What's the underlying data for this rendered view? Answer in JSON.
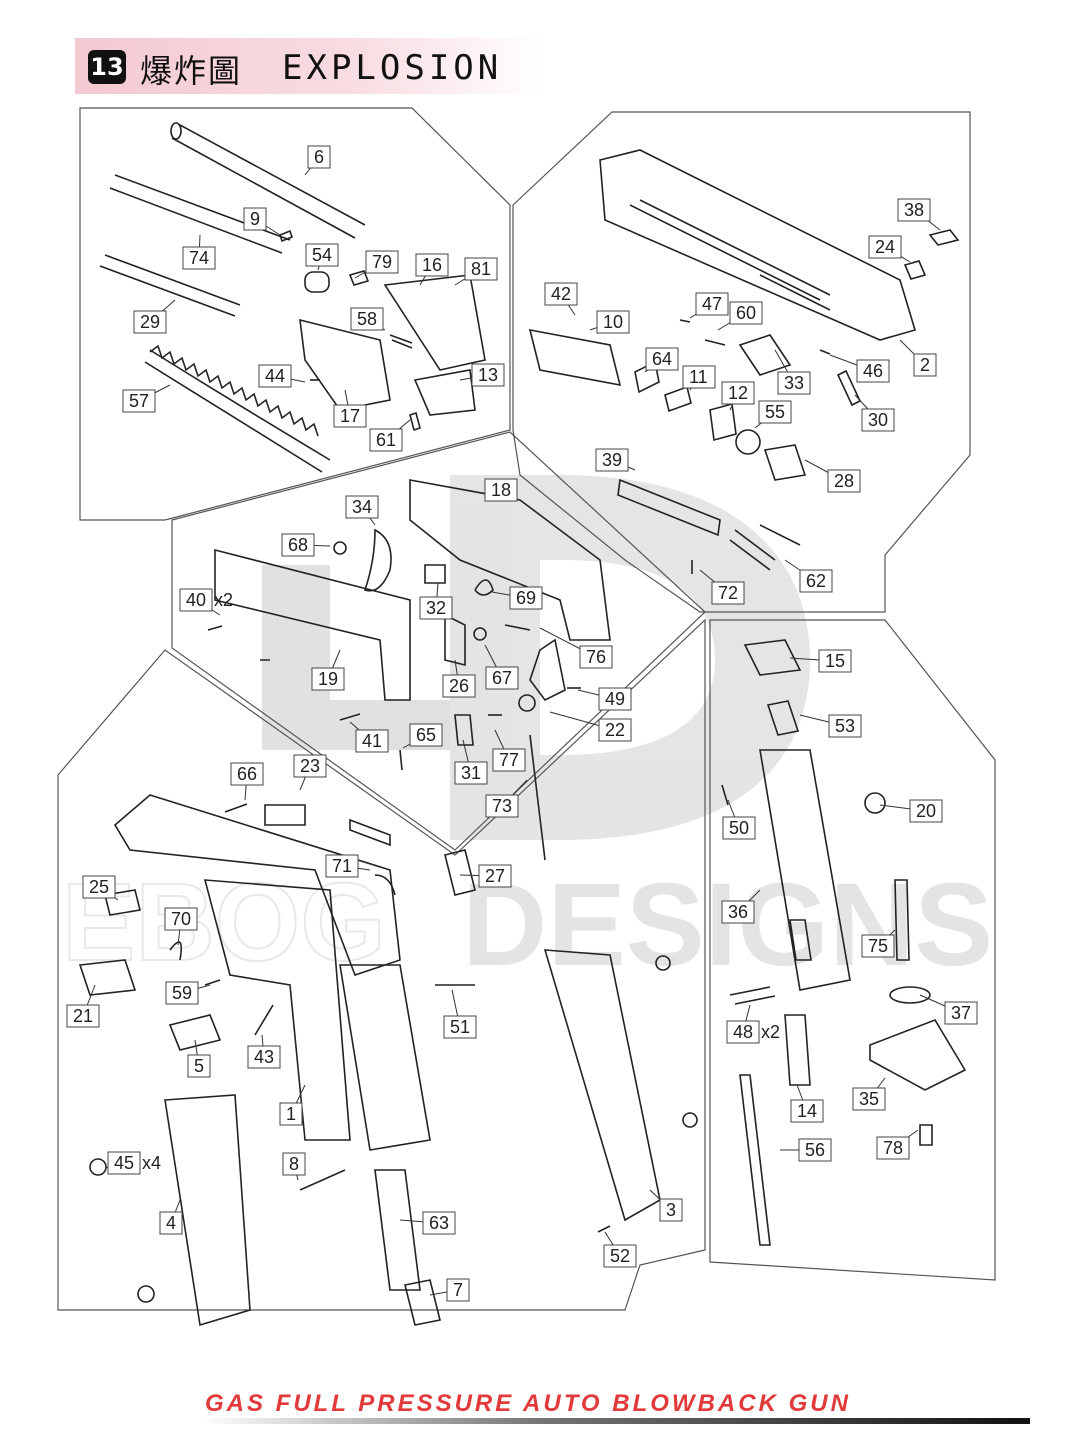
{
  "header": {
    "section_number": "13",
    "title_cjk": "爆炸圖",
    "title_en": "EXPLOSION"
  },
  "watermark": {
    "text_left": "EBOG",
    "text_right": "DESIGNS"
  },
  "parts": [
    {
      "id": "6",
      "label": "6"
    },
    {
      "id": "9",
      "label": "9"
    },
    {
      "id": "74",
      "label": "74"
    },
    {
      "id": "54",
      "label": "54"
    },
    {
      "id": "79",
      "label": "79"
    },
    {
      "id": "16",
      "label": "16"
    },
    {
      "id": "81",
      "label": "81"
    },
    {
      "id": "29",
      "label": "29"
    },
    {
      "id": "58",
      "label": "58"
    },
    {
      "id": "44",
      "label": "44"
    },
    {
      "id": "13",
      "label": "13"
    },
    {
      "id": "57",
      "label": "57"
    },
    {
      "id": "17",
      "label": "17"
    },
    {
      "id": "61",
      "label": "61"
    },
    {
      "id": "38",
      "label": "38"
    },
    {
      "id": "24",
      "label": "24"
    },
    {
      "id": "42",
      "label": "42"
    },
    {
      "id": "47",
      "label": "47"
    },
    {
      "id": "10",
      "label": "10"
    },
    {
      "id": "60",
      "label": "60"
    },
    {
      "id": "2",
      "label": "2"
    },
    {
      "id": "64",
      "label": "64"
    },
    {
      "id": "33",
      "label": "33"
    },
    {
      "id": "46",
      "label": "46"
    },
    {
      "id": "11",
      "label": "11"
    },
    {
      "id": "12",
      "label": "12"
    },
    {
      "id": "55",
      "label": "55"
    },
    {
      "id": "30",
      "label": "30"
    },
    {
      "id": "28",
      "label": "28"
    },
    {
      "id": "39",
      "label": "39"
    },
    {
      "id": "18",
      "label": "18"
    },
    {
      "id": "34",
      "label": "34"
    },
    {
      "id": "68",
      "label": "68"
    },
    {
      "id": "40",
      "label": "40 x2"
    },
    {
      "id": "32",
      "label": "32"
    },
    {
      "id": "69",
      "label": "69"
    },
    {
      "id": "72",
      "label": "72"
    },
    {
      "id": "62",
      "label": "62"
    },
    {
      "id": "76",
      "label": "76"
    },
    {
      "id": "19",
      "label": "19"
    },
    {
      "id": "26",
      "label": "26"
    },
    {
      "id": "67",
      "label": "67"
    },
    {
      "id": "49",
      "label": "49"
    },
    {
      "id": "41",
      "label": "41"
    },
    {
      "id": "65",
      "label": "65"
    },
    {
      "id": "22",
      "label": "22"
    },
    {
      "id": "31",
      "label": "31"
    },
    {
      "id": "77",
      "label": "77"
    },
    {
      "id": "15",
      "label": "15"
    },
    {
      "id": "53",
      "label": "53"
    },
    {
      "id": "66",
      "label": "66"
    },
    {
      "id": "23",
      "label": "23"
    },
    {
      "id": "73",
      "label": "73"
    },
    {
      "id": "20",
      "label": "20"
    },
    {
      "id": "50",
      "label": "50"
    },
    {
      "id": "71",
      "label": "71"
    },
    {
      "id": "27",
      "label": "27"
    },
    {
      "id": "25",
      "label": "25"
    },
    {
      "id": "70",
      "label": "70"
    },
    {
      "id": "36",
      "label": "36"
    },
    {
      "id": "75",
      "label": "75"
    },
    {
      "id": "59",
      "label": "59"
    },
    {
      "id": "21",
      "label": "21"
    },
    {
      "id": "51",
      "label": "51"
    },
    {
      "id": "37",
      "label": "37"
    },
    {
      "id": "48",
      "label": "48 x2"
    },
    {
      "id": "5",
      "label": "5"
    },
    {
      "id": "43",
      "label": "43"
    },
    {
      "id": "1",
      "label": "1"
    },
    {
      "id": "14",
      "label": "14"
    },
    {
      "id": "35",
      "label": "35"
    },
    {
      "id": "45",
      "label": "45 x4"
    },
    {
      "id": "56",
      "label": "56"
    },
    {
      "id": "78",
      "label": "78"
    },
    {
      "id": "8",
      "label": "8"
    },
    {
      "id": "3",
      "label": "3"
    },
    {
      "id": "4",
      "label": "4"
    },
    {
      "id": "63",
      "label": "63"
    },
    {
      "id": "52",
      "label": "52"
    },
    {
      "id": "7",
      "label": "7"
    }
  ],
  "footer": {
    "tagline": "GAS FULL PRESSURE AUTO BLOWBACK GUN"
  }
}
